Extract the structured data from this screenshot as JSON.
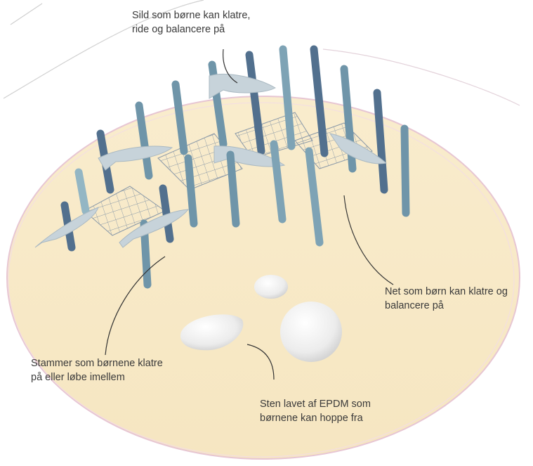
{
  "colors": {
    "ground_fill": "#f7e9c8",
    "ground_edge": "#e9c9d6",
    "pole_dark": "#52708e",
    "pole_mid": "#6f95a9",
    "pole_light": "#93b6c4",
    "fish": "#c7d3da",
    "net": "#8a99a8",
    "stone": "#f1f1f1",
    "leader_line": "#333333"
  },
  "labels": {
    "herring": {
      "line1": "Sild som børne kan klatre,",
      "line2": "ride og balancere på"
    },
    "net": {
      "line1": "Net som børn kan klatre og",
      "line2": "balancere på"
    },
    "trunks": {
      "line1": "Stammer som børnene klatre",
      "line2": "på eller løbe imellem"
    },
    "stones": {
      "line1": "Sten lavet af EPDM som",
      "line2": "børnene kan hoppe fra"
    }
  }
}
